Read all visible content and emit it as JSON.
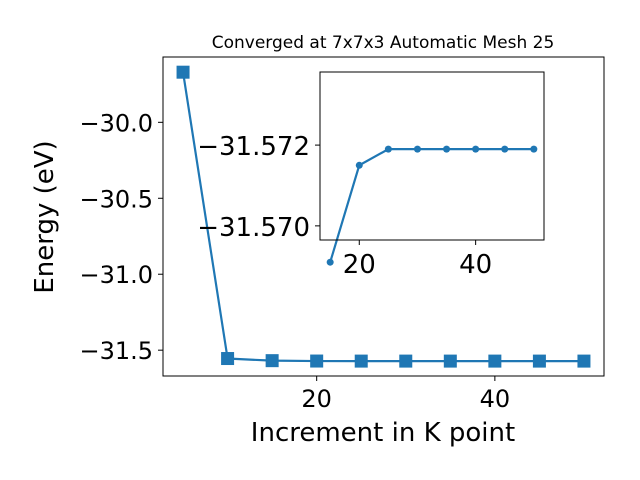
{
  "chart_data": [
    {
      "type": "line",
      "title": "Converged at 7x7x3 Automatic Mesh 25",
      "xlabel": "Increment in K point",
      "ylabel": "Energy (eV)",
      "x": [
        5,
        10,
        15,
        20,
        25,
        30,
        35,
        40,
        45,
        50
      ],
      "series": [
        {
          "values": [
            -29.67,
            -31.555,
            -31.569,
            -31.5715,
            -31.5719,
            -31.5719,
            -31.5719,
            -31.5719,
            -31.5719,
            -31.5719
          ]
        }
      ],
      "xlim": [
        2.75,
        52.25
      ],
      "ylim": [
        -31.67,
        -29.57
      ],
      "xticks": [
        20,
        40
      ],
      "xtick_labels": [
        "20",
        "40"
      ],
      "yticks": [
        -30.0,
        -30.5,
        -31.0,
        -31.5
      ],
      "ytick_labels": [
        "−30.0",
        "−30.5",
        "−31.0",
        "−31.5"
      ],
      "marker": "square",
      "color": "#1f77b4",
      "grid": false
    },
    {
      "type": "line",
      "role": "inset",
      "x": [
        15,
        20,
        25,
        30,
        35,
        40,
        45,
        50
      ],
      "series": [
        {
          "values": [
            -31.5691,
            -31.5715,
            -31.5719,
            -31.5719,
            -31.5719,
            -31.5719,
            -31.5719,
            -31.5719
          ]
        }
      ],
      "xlim": [
        13.25,
        51.75
      ],
      "ylim": [
        -31.56965,
        -31.57381
      ],
      "xticks": [
        20,
        40
      ],
      "xtick_labels": [
        "20",
        "40"
      ],
      "yticks": [
        -31.57,
        -31.572
      ],
      "ytick_labels": [
        "−31.570",
        "−31.572"
      ],
      "marker": "circle",
      "color": "#1f77b4",
      "grid": false
    }
  ]
}
